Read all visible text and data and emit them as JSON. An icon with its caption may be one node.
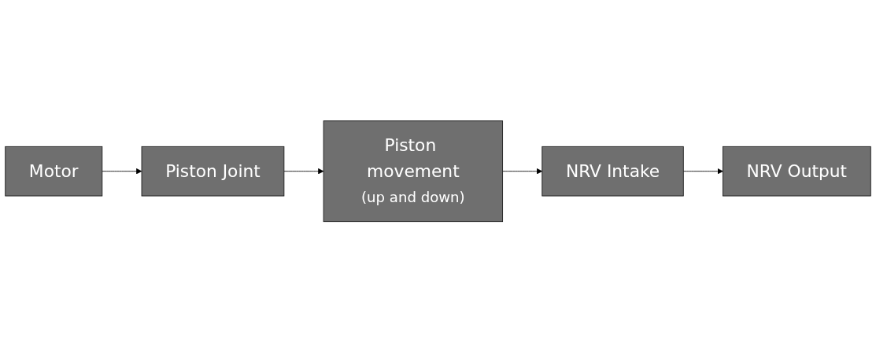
{
  "diagram": {
    "nodes": [
      {
        "text": [
          "Motor"
        ]
      },
      {
        "text": [
          "Piston Joint"
        ]
      },
      {
        "text": [
          "Piston movement",
          "(up and down)"
        ]
      },
      {
        "text": [
          "NRV Intake"
        ]
      },
      {
        "text": [
          "NRV Output"
        ]
      }
    ],
    "edges": [
      {
        "from": 0,
        "to": 1,
        "arrow": "to"
      },
      {
        "from": 1,
        "to": 2,
        "arrow": "to"
      },
      {
        "from": 2,
        "to": 3,
        "arrow": "to"
      },
      {
        "from": 3,
        "to": 4,
        "arrow": "to"
      }
    ]
  }
}
